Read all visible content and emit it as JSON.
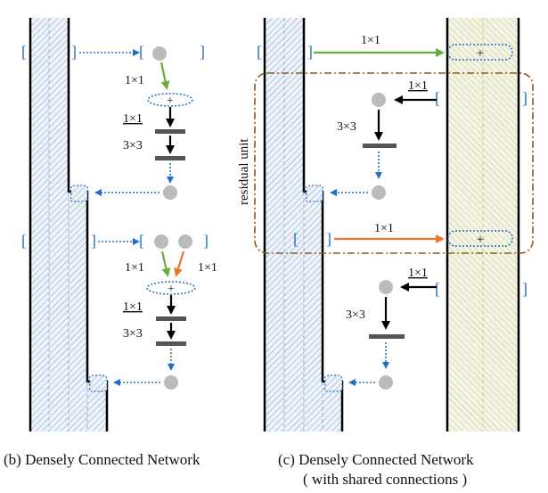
{
  "panels": {
    "b": {
      "caption": "(b) Densely Connected Network",
      "labels": {
        "conv1_top": "1×1",
        "plus_top": "+",
        "conv1_mid": "1×1",
        "conv3_mid": "3×3",
        "conv1_left": "1×1",
        "conv1_right": "1×1",
        "plus_bottom": "+",
        "conv1_low": "1×1",
        "conv3_low": "3×3"
      }
    },
    "c": {
      "caption_line1": "(c) Densely Connected Network",
      "caption_line2": "( with shared connections )",
      "labels": {
        "conv1_top": "1×1",
        "plus_top": "+",
        "residual_unit": "residual unit",
        "conv1_in1": "1×1",
        "conv3_1": "3×3",
        "conv1_orange": "1×1",
        "plus_mid": "+",
        "conv1_in2": "1×1",
        "conv3_2": "3×3"
      }
    }
  },
  "colors": {
    "blue": "#1f6fc5",
    "green": "#6aac3a",
    "orange": "#e8782a",
    "brown": "#8b5a1e",
    "node": "#bbbbbb",
    "bar": "#555555"
  }
}
